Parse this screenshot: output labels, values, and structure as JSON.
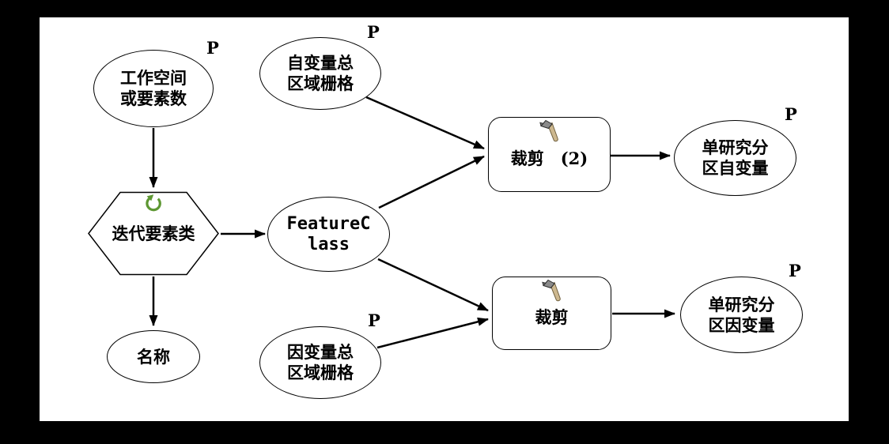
{
  "nodes": {
    "workspace": {
      "label": "工作空间\n或要素数",
      "param": "P"
    },
    "iterator": {
      "label": "迭代要素类"
    },
    "name": {
      "label": "名称"
    },
    "indep_raster": {
      "label": "自变量总\n区域栅格",
      "param": "P"
    },
    "feature_class": {
      "label": "FeatureC\nlass"
    },
    "clip2": {
      "label": "裁剪　(2)"
    },
    "out_indep": {
      "label": "单研究分\n区自变量",
      "param": "P"
    },
    "dep_raster": {
      "label": "因变量总\n区域栅格",
      "param": "P"
    },
    "clip": {
      "label": "裁剪"
    },
    "out_dep": {
      "label": "单研究分\n区因变量",
      "param": "P"
    }
  },
  "icons": {
    "iterator": "loop-arrow-icon",
    "clip2": "hammer-tool-icon",
    "clip": "hammer-tool-icon"
  },
  "colors": {
    "surround": "#000000",
    "canvas": "#ffffff",
    "node_stroke": "#000000",
    "edge": "#000000",
    "iterator_icon_green": "#5d9732",
    "hammer_handle": "#cdb88f",
    "hammer_head": "#8a8a8a"
  }
}
